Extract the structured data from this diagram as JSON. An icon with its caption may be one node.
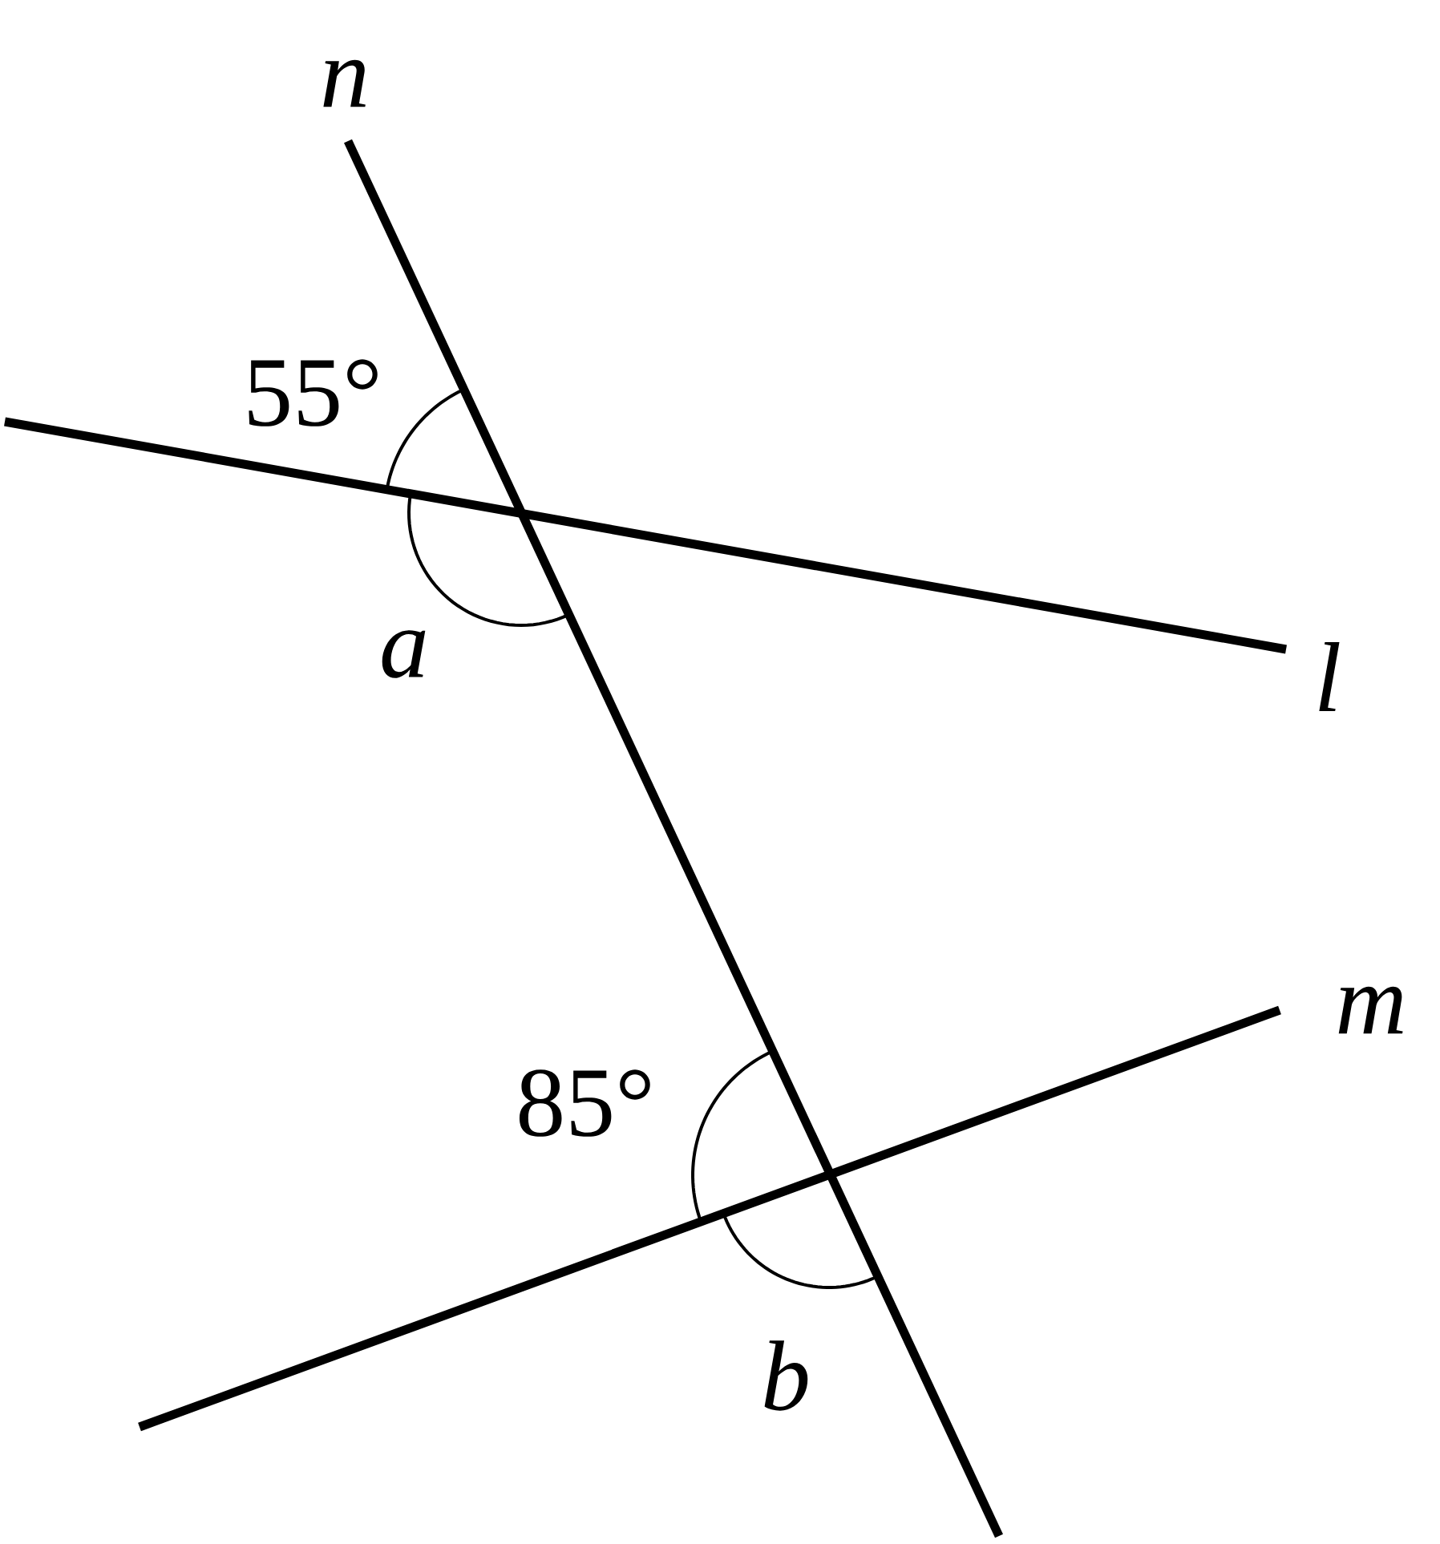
{
  "diagram": {
    "labels": [
      "n",
      "55°",
      "a",
      "l",
      "85°",
      "m",
      "b"
    ]
  }
}
